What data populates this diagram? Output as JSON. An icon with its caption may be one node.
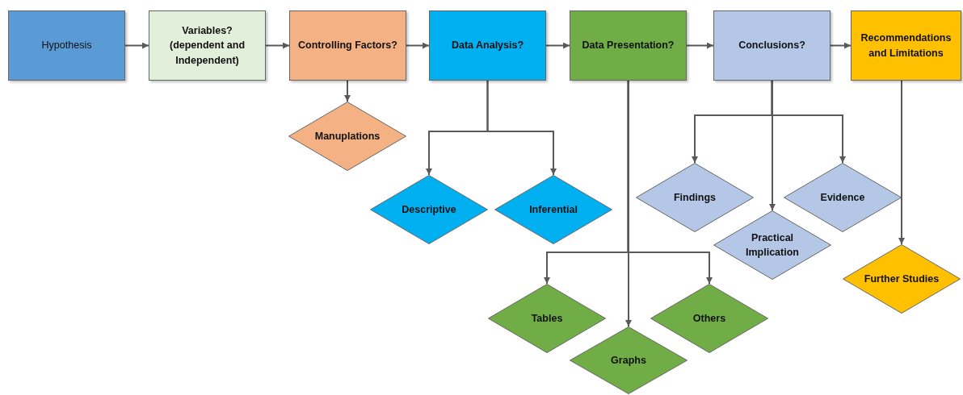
{
  "diagram": {
    "nodes": [
      {
        "text": [
          "Hypothesis"
        ]
      },
      {
        "text": [
          "Variables? (dependent and Independent)"
        ]
      },
      {
        "text": [
          "Controlling Factors?"
        ]
      },
      {
        "text": [
          "Data Analysis?"
        ]
      },
      {
        "text": [
          "Data Presentation?"
        ]
      },
      {
        "text": [
          "Conclusions?"
        ]
      },
      {
        "text": [
          "Recommendations and Limitations"
        ]
      },
      {
        "text": [
          "Manuplations"
        ]
      },
      {
        "text": [
          "Descriptive"
        ]
      },
      {
        "text": [
          "Inferential"
        ]
      },
      {
        "text": [
          "Findings"
        ]
      },
      {
        "text": [
          "Evidence"
        ]
      },
      {
        "text": [
          "Practical Implication"
        ]
      },
      {
        "text": [
          "Further Studies"
        ]
      },
      {
        "text": [
          "Tables"
        ]
      },
      {
        "text": [
          "Graphs"
        ]
      },
      {
        "text": [
          "Others"
        ]
      }
    ],
    "edges": [
      {
        "from": 0,
        "to": 1,
        "arrow": "to"
      },
      {
        "from": 1,
        "to": 2,
        "arrow": "to"
      },
      {
        "from": 2,
        "to": 3,
        "arrow": "to"
      },
      {
        "from": 3,
        "to": 4,
        "arrow": "to"
      },
      {
        "from": 4,
        "to": 5,
        "arrow": "to"
      },
      {
        "from": 5,
        "to": 6,
        "arrow": "to"
      },
      {
        "from": 2,
        "to": 7,
        "arrow": "to"
      },
      {
        "from": 3,
        "to": 8,
        "arrow": "to"
      },
      {
        "from": 3,
        "to": 9,
        "arrow": "to"
      },
      {
        "from": 5,
        "to": 10,
        "arrow": "to"
      },
      {
        "from": 5,
        "to": 11,
        "arrow": "to"
      },
      {
        "from": 5,
        "to": 12,
        "arrow": "to"
      },
      {
        "from": 6,
        "to": 13,
        "arrow": "to"
      },
      {
        "from": 4,
        "to": 14,
        "arrow": "to"
      },
      {
        "from": 4,
        "to": 15,
        "arrow": "to"
      },
      {
        "from": 4,
        "to": 16,
        "arrow": "to"
      }
    ]
  }
}
